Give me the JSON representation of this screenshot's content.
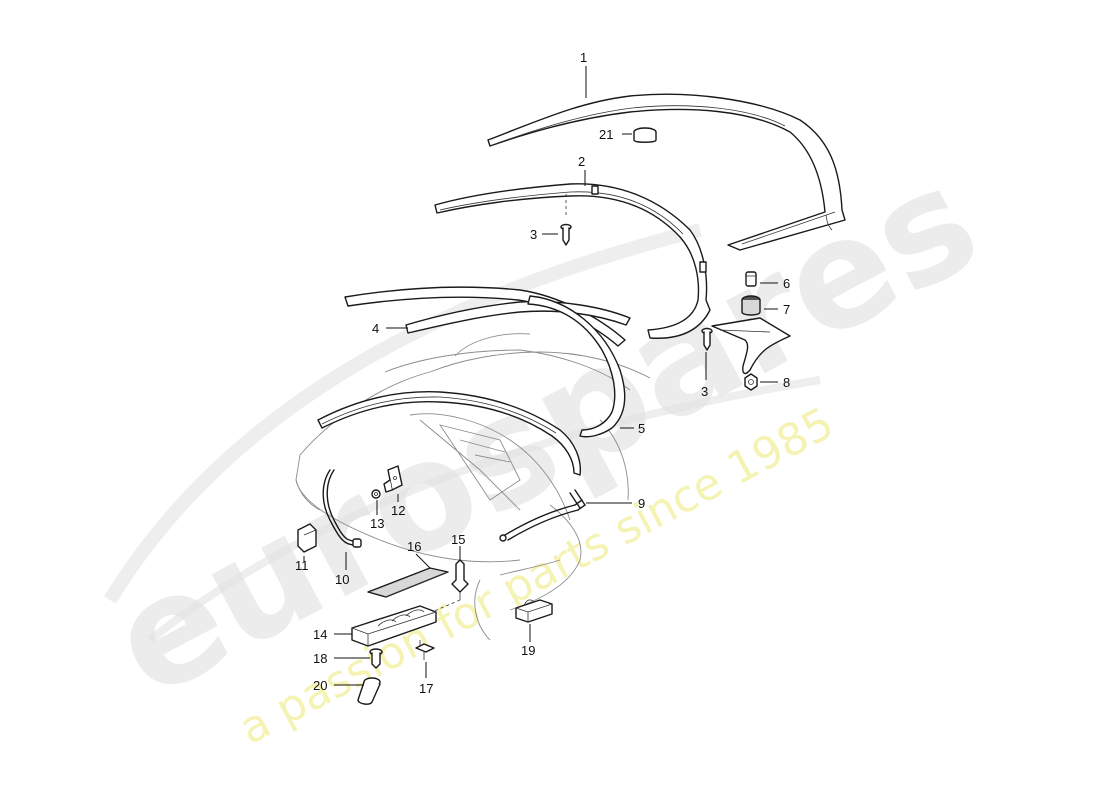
{
  "watermark": {
    "logo_text": "eurospares",
    "tagline": "a passion for parts since 1985",
    "logo_color": "#e2e2e2",
    "tagline_color": "#f1ef9a"
  },
  "callouts": [
    {
      "id": "1",
      "label": "1"
    },
    {
      "id": "2",
      "label": "2"
    },
    {
      "id": "3a",
      "label": "3"
    },
    {
      "id": "3b",
      "label": "3"
    },
    {
      "id": "4",
      "label": "4"
    },
    {
      "id": "5",
      "label": "5"
    },
    {
      "id": "6",
      "label": "6"
    },
    {
      "id": "7",
      "label": "7"
    },
    {
      "id": "8",
      "label": "8"
    },
    {
      "id": "9",
      "label": "9"
    },
    {
      "id": "10",
      "label": "10"
    },
    {
      "id": "11",
      "label": "11"
    },
    {
      "id": "12",
      "label": "12"
    },
    {
      "id": "13",
      "label": "13"
    },
    {
      "id": "14",
      "label": "14"
    },
    {
      "id": "15",
      "label": "15"
    },
    {
      "id": "16",
      "label": "16"
    },
    {
      "id": "17",
      "label": "17"
    },
    {
      "id": "18",
      "label": "18"
    },
    {
      "id": "19",
      "label": "19"
    },
    {
      "id": "20",
      "label": "20"
    },
    {
      "id": "21",
      "label": "21"
    }
  ]
}
